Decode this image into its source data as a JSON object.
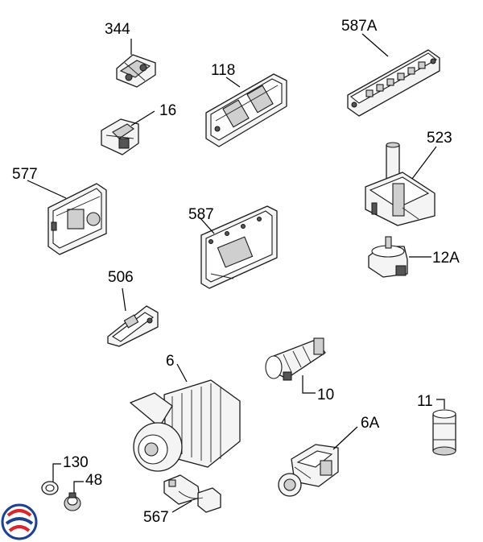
{
  "diagram": {
    "labels": {
      "p344": "344",
      "p587A": "587A",
      "p118": "118",
      "p16": "16",
      "p577": "577",
      "p523": "523",
      "p587": "587",
      "p12A": "12A",
      "p506": "506",
      "p6": "6",
      "p10": "10",
      "p11": "11",
      "p6A": "6A",
      "p130": "130",
      "p48": "48",
      "p567": "567"
    }
  },
  "colors": {
    "logo_red": "#d7262d",
    "logo_blue": "#1f3f8f"
  }
}
